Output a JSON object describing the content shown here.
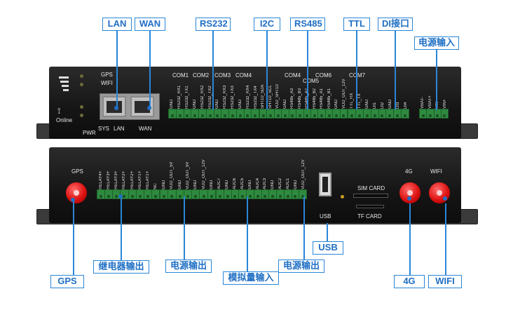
{
  "top_callouts": {
    "lan": "LAN",
    "wan": "WAN",
    "rs232": "RS232",
    "i2c": "I2C",
    "rs485": "RS485",
    "ttl": "TTL",
    "di": "DI接口",
    "power_in": "电源输入"
  },
  "bottom_callouts": {
    "gps": "GPS",
    "relay_out": "继电器输出",
    "power_out_1": "电源输出",
    "analog_in": "模拟量输入",
    "power_out_2": "电源输出",
    "usb": "USB",
    "g4": "4G",
    "wifi": "WIFI"
  },
  "top_panel": {
    "indicators": [
      "GPS",
      "WIFI",
      "Online",
      "PWR",
      "SYS",
      "LAN",
      "WAN"
    ],
    "com_labels": [
      "COM1",
      "COM2",
      "COM3",
      "COM4",
      "COM4",
      "COM5",
      "COM6",
      "COM7"
    ],
    "pins_a": [
      "GND",
      "RS232_RX1",
      "RS232_TX1",
      "GND",
      "RS232_RX2",
      "RS232_TX2",
      "GND",
      "RS232_RX3",
      "RS232_TX3",
      "GND",
      "RS232_RX4",
      "RS232_TX4"
    ],
    "pins_b": [
      "SHT10_SDA",
      "SHT10_SCL",
      "VDD_SHT10",
      "GND",
      "RS485_A3",
      "RS485_B3",
      "RS485_A2",
      "RS485_B2",
      "RS485_A1",
      "RS485_B1",
      "GND",
      "VDD_OUT_12V"
    ],
    "pins_c": [
      "TTL_RX",
      "TTL_TX",
      "GND",
      "DI1",
      "DI2",
      "GND",
      "DI3",
      "DI4"
    ],
    "pins_d": [
      "VBAT-",
      "VBAT+",
      "VIN-",
      "VIN+"
    ]
  },
  "bottom_panel": {
    "gps_label": "GPS",
    "relay_pins": [
      "RELAY4+",
      "RELAY3+",
      "RELAY3+",
      "RELAY2+",
      "RELAY2+",
      "RELAY1+",
      "RELAY1+",
      "NC"
    ],
    "power_pins": [
      "GND",
      "VDD_OUT_5V",
      "GND",
      "VDD_OUT_9V",
      "GND",
      "VDD_OUT_12V",
      "GND"
    ],
    "adc_pins": [
      "ADC7",
      "GND",
      "ADC6",
      "ADC5",
      "GND",
      "ADC4",
      "ADC3",
      "GND",
      "ADC2",
      "ADC1",
      "GND",
      "VDD_OUT_12V"
    ],
    "usb_label": "USB",
    "sim_label": "SIM CARD",
    "tf_label": "TF CARD",
    "g4_label": "4G",
    "wifi_label": "WIFI"
  },
  "colors": {
    "accent": "#2a86d8",
    "terminal": "#2e8a3e",
    "antenna": "#d11111",
    "chassis": "#151515"
  }
}
